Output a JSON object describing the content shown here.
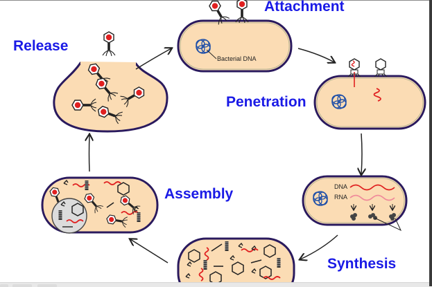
{
  "diagram": {
    "title": "Lytic cycle of bacteriophage",
    "stages": [
      {
        "id": "attachment",
        "label": "Attachment"
      },
      {
        "id": "penetration",
        "label": "Penetration"
      },
      {
        "id": "synthesis",
        "label": "Synthesis"
      },
      {
        "id": "assembly",
        "label": "Assembly"
      },
      {
        "id": "release",
        "label": "Release"
      }
    ],
    "annotations": {
      "bacterial_dna": "Bacterial DNA",
      "dna": "DNA",
      "rna": "RNA"
    },
    "flow": [
      "Attachment",
      "Penetration",
      "Synthesis",
      "Assembly",
      "Release",
      "Attachment"
    ],
    "colors": {
      "label_blue": "#1a1ae6",
      "cell_fill": "#fbdcb4",
      "cell_border": "#2a1a5e",
      "dna_blue": "#1f4fa8",
      "viral_dna_red": "#e02020",
      "rna_pink": "#f08a9a"
    }
  }
}
